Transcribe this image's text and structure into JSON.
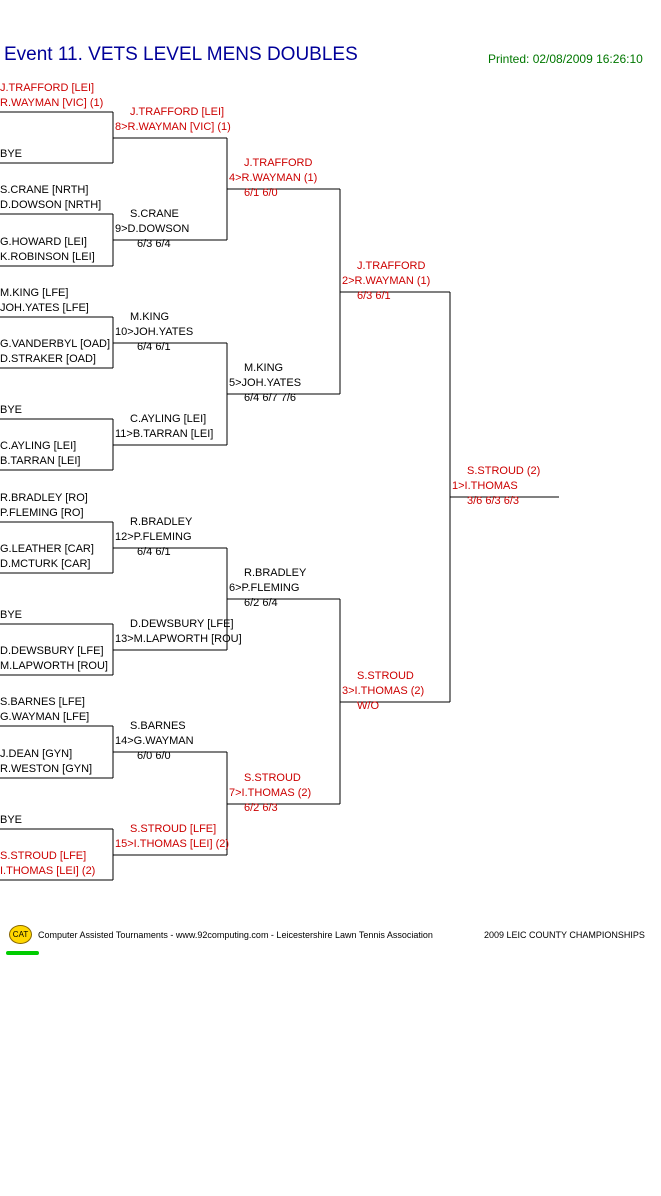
{
  "header": {
    "title": "Event 11. VETS LEVEL MENS DOUBLES",
    "printed": "Printed: 02/08/2009 16:26:10"
  },
  "round1": [
    {
      "p1": "J.TRAFFORD [LEI]",
      "p2": "R.WAYMAN [VIC] (1)",
      "red": true
    },
    {
      "p1": "",
      "p2": "BYE",
      "red": false
    },
    {
      "p1": "S.CRANE [NRTH]",
      "p2": "D.DOWSON [NRTH]",
      "red": false
    },
    {
      "p1": "G.HOWARD [LEI]",
      "p2": "K.ROBINSON [LEI]",
      "red": false
    },
    {
      "p1": "M.KING [LFE]",
      "p2": "JOH.YATES [LFE]",
      "red": false
    },
    {
      "p1": "G.VANDERBYL [OAD]",
      "p2": "D.STRAKER [OAD]",
      "red": false
    },
    {
      "p1": "",
      "p2": "BYE",
      "red": false
    },
    {
      "p1": "C.AYLING [LEI]",
      "p2": "B.TARRAN [LEI]",
      "red": false
    },
    {
      "p1": "R.BRADLEY [RO]",
      "p2": "P.FLEMING [RO]",
      "red": false
    },
    {
      "p1": "G.LEATHER [CAR]",
      "p2": "D.MCTURK [CAR]",
      "red": false
    },
    {
      "p1": "",
      "p2": "BYE",
      "red": false
    },
    {
      "p1": "D.DEWSBURY [LFE]",
      "p2": "M.LAPWORTH [ROU]",
      "red": false
    },
    {
      "p1": "S.BARNES [LFE]",
      "p2": "G.WAYMAN [LFE]",
      "red": false
    },
    {
      "p1": "J.DEAN [GYN]",
      "p2": "R.WESTON [GYN]",
      "red": false
    },
    {
      "p1": "",
      "p2": "BYE",
      "red": false
    },
    {
      "p1": "S.STROUD [LFE]",
      "p2": "I.THOMAS [LEI] (2)",
      "red": true
    }
  ],
  "round2": [
    {
      "l1": "J.TRAFFORD [LEI]",
      "l2": "8>R.WAYMAN [VIC] (1)",
      "score": "",
      "red": true
    },
    {
      "l1": "S.CRANE",
      "l2": "9>D.DOWSON",
      "score": "6/3 6/4",
      "red": false
    },
    {
      "l1": "M.KING",
      "l2": "10>JOH.YATES",
      "score": "6/4 6/1",
      "red": false
    },
    {
      "l1": "C.AYLING [LEI]",
      "l2": "11>B.TARRAN [LEI]",
      "score": "",
      "red": false
    },
    {
      "l1": "R.BRADLEY",
      "l2": "12>P.FLEMING",
      "score": "6/4 6/1",
      "red": false
    },
    {
      "l1": "D.DEWSBURY [LFE]",
      "l2": "13>M.LAPWORTH [ROU]",
      "score": "",
      "red": false
    },
    {
      "l1": "S.BARNES",
      "l2": "14>G.WAYMAN",
      "score": "6/0 6/0",
      "red": false
    },
    {
      "l1": "S.STROUD [LFE]",
      "l2": "15>I.THOMAS [LEI] (2)",
      "score": "",
      "red": true
    }
  ],
  "round3": [
    {
      "l1": "J.TRAFFORD",
      "l2": "4>R.WAYMAN (1)",
      "score": "6/1 6/0",
      "red": true
    },
    {
      "l1": "M.KING",
      "l2": "5>JOH.YATES",
      "score": "6/4 6/7 7/6",
      "red": false
    },
    {
      "l1": "R.BRADLEY",
      "l2": "6>P.FLEMING",
      "score": "6/2 6/4",
      "red": false
    },
    {
      "l1": "S.STROUD",
      "l2": "7>I.THOMAS (2)",
      "score": "6/2 6/3",
      "red": true
    }
  ],
  "round4": [
    {
      "l1": "J.TRAFFORD",
      "l2": "2>R.WAYMAN (1)",
      "score": "6/3 6/1",
      "red": true
    },
    {
      "l1": "S.STROUD",
      "l2": "3>I.THOMAS (2)",
      "score": "W/O",
      "red": true
    }
  ],
  "final": {
    "l1": "S.STROUD (2)",
    "l2": "1>I.THOMAS",
    "score": "3/6 6/3 6/3",
    "red": true
  },
  "footer": {
    "logo": "CAT",
    "left": "Computer Assisted Tournaments - www.92computing.com -  Leicestershire Lawn Tennis Association",
    "right": "2009 LEIC COUNTY CHAMPIONSHIPS"
  }
}
